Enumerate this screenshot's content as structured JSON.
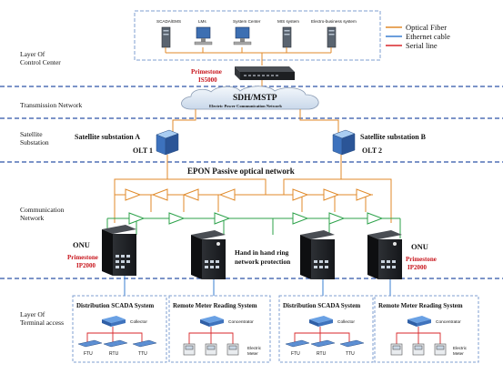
{
  "legend": {
    "optical_fiber": "Optical Fiber",
    "ethernet_cable": "Ethernet cable",
    "serial_line": "Serial line"
  },
  "colors": {
    "optical_fiber": "#e08a2a",
    "ethernet_cable": "#3a7fd0",
    "serial_line": "#d8262a",
    "dashed_divider": "#2f55a8",
    "box_border": "#7f9fd0",
    "green_link": "#2ca24a",
    "brand_red": "#c8161d"
  },
  "layers": {
    "control_center": "Layer Of\nControl Center",
    "transmission": "Transmission Network",
    "satellite": "Satellite\nSubstation",
    "communication": "Communication\nNetwork",
    "terminal": "Layer Of\nTerminal access"
  },
  "control_center": {
    "systems": [
      "SCADA/EMS",
      "LMs",
      "System Center",
      "MIS system",
      "Electro-business system"
    ],
    "device_brand": "Primestone",
    "device_model": "IS5000"
  },
  "transmission": {
    "title": "SDH/MSTP",
    "subtitle": "Electric Power Communication Network"
  },
  "substations": {
    "a_label": "Satellite substation A",
    "a_olt": "OLT 1",
    "b_label": "Satellite substation B",
    "b_olt": "OLT 2"
  },
  "epon_label": "EPON Passive optical network",
  "ring_label": "Hand in hand ring\nnetwork protection",
  "onu_left": {
    "title": "ONU",
    "brand": "Primestone",
    "model": "IP2000"
  },
  "onu_right": {
    "title": "ONU",
    "brand": "Primestone",
    "model": "IP2000"
  },
  "terminal_boxes": [
    {
      "title": "Distribution SCADA System",
      "hub": "Collector",
      "devices": [
        "FTU",
        "RTU",
        "TTU"
      ]
    },
    {
      "title": "Remote Meter Reading System",
      "hub": "Concentrator",
      "devices_label": "Electric\nMeter"
    },
    {
      "title": "Distribution SCADA System",
      "hub": "Collector",
      "devices": [
        "FTU",
        "RTU",
        "TTU"
      ]
    },
    {
      "title": "Remote Meter Reading System",
      "hub": "Concentrator",
      "devices_label": "Electric\nMeter"
    }
  ]
}
